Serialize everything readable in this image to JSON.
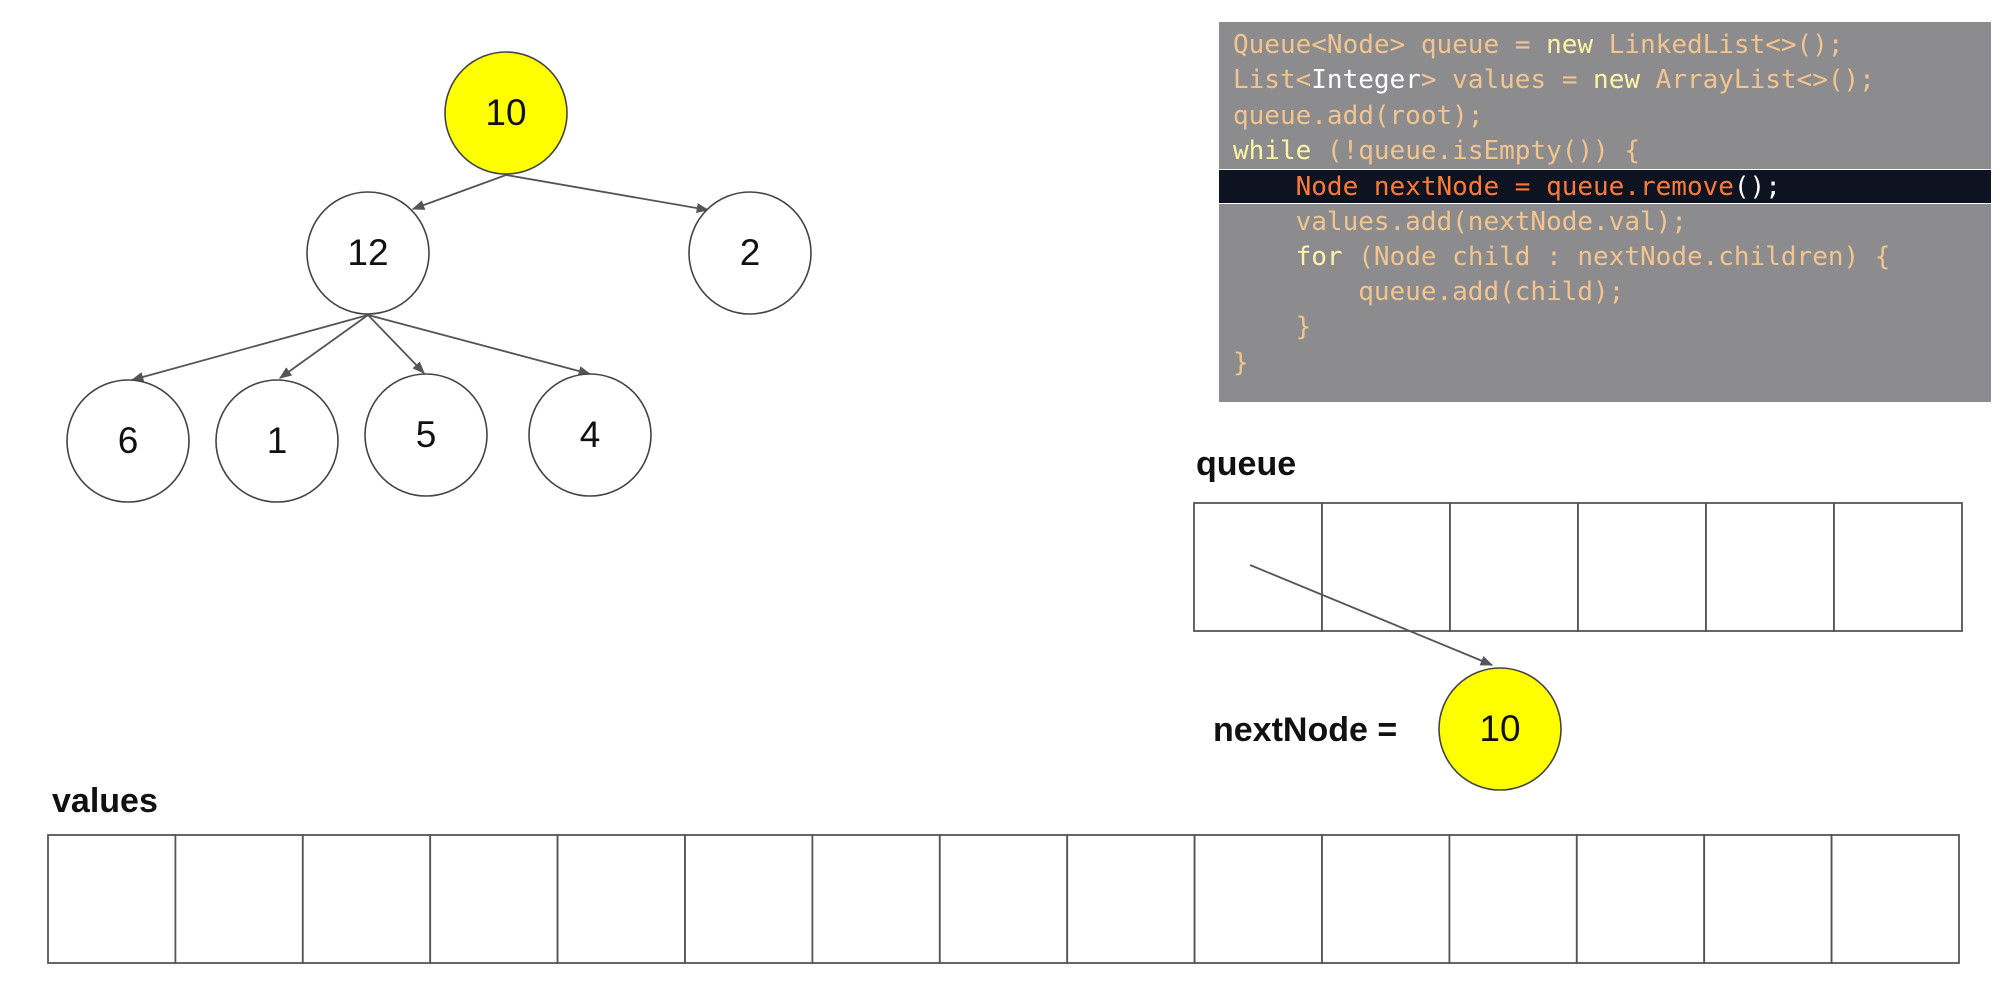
{
  "tree": {
    "root": {
      "value": "10",
      "highlight": true
    },
    "level1": [
      {
        "value": "12"
      },
      {
        "value": "2"
      }
    ],
    "level2": [
      {
        "value": "6"
      },
      {
        "value": "1"
      },
      {
        "value": "5"
      },
      {
        "value": "4"
      }
    ]
  },
  "code": {
    "highlighted_line": 4,
    "lines": [
      [
        {
          "t": "Queue<Node> queue = ",
          "c": "default"
        },
        {
          "t": "new",
          "c": "kw"
        },
        {
          "t": " LinkedList<>();",
          "c": "default"
        }
      ],
      [
        {
          "t": "List<",
          "c": "default"
        },
        {
          "t": "Integer",
          "c": "bright"
        },
        {
          "t": "> values = ",
          "c": "default"
        },
        {
          "t": "new",
          "c": "kw"
        },
        {
          "t": " ArrayList<>();",
          "c": "default"
        }
      ],
      [
        {
          "t": "queue.add(root);",
          "c": "default"
        }
      ],
      [
        {
          "t": "while",
          "c": "kw"
        },
        {
          "t": " (!queue.isEmpty()) {",
          "c": "default"
        }
      ],
      [
        {
          "t": "    Node nextNode = queue.remove",
          "c": "default"
        },
        {
          "t": "();",
          "c": "bright"
        }
      ],
      [
        {
          "t": "    values.add(nextNode.val);",
          "c": "default"
        }
      ],
      [
        {
          "t": "    ",
          "c": "default"
        },
        {
          "t": "for",
          "c": "kw"
        },
        {
          "t": " (Node child : nextNode.children) {",
          "c": "default"
        }
      ],
      [
        {
          "t": "        queue.add(child);",
          "c": "default"
        }
      ],
      [
        {
          "t": "    }",
          "c": "default"
        }
      ],
      [
        {
          "t": "}",
          "c": "default"
        }
      ]
    ]
  },
  "queue": {
    "label": "queue",
    "cells": [
      "",
      "",
      "",
      "",
      "",
      ""
    ]
  },
  "next_node": {
    "label": "nextNode =",
    "value": "10"
  },
  "values": {
    "label": "values",
    "cells": [
      "",
      "",
      "",
      "",
      "",
      "",
      "",
      "",
      "",
      "",
      "",
      "",
      "",
      "",
      ""
    ]
  },
  "colors": {
    "highlight_node": "#ffff00",
    "code_bg": "#8c8c8f",
    "code_highlight_bg": "#0e1322"
  }
}
